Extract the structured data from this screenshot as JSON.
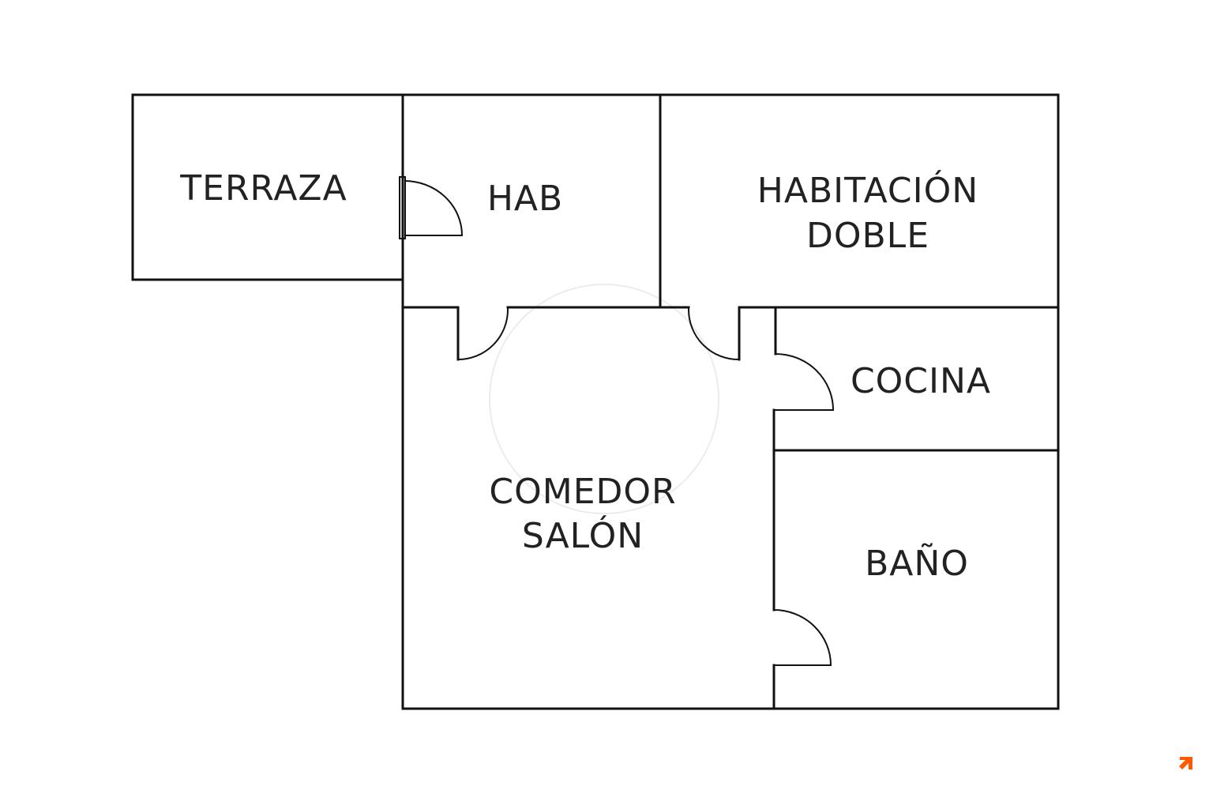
{
  "rooms": {
    "terraza": "TERRAZA",
    "hab": "HAB",
    "habitacion_doble_line1": "HABITACIÓN",
    "habitacion_doble_line2": "DOBLE",
    "cocina": "COCINA",
    "comedor_line1": "COMEDOR",
    "comedor_line2": "SALÓN",
    "bano": "BAÑO"
  },
  "colors": {
    "walls": "#111111",
    "text": "#222222",
    "logo_accent": "#ff5a00"
  },
  "icons": {
    "corner_logo": "arrow-up-right-icon"
  }
}
